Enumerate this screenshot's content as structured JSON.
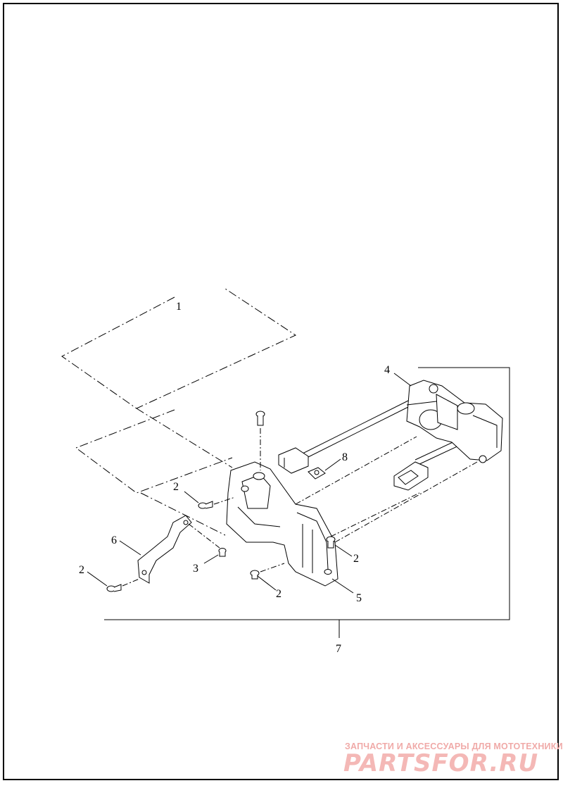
{
  "callouts": {
    "c1": "1",
    "c2a": "2",
    "c2b": "2",
    "c2c": "2",
    "c2d": "2",
    "c3": "3",
    "c4": "4",
    "c5": "5",
    "c6": "6",
    "c7": "7",
    "c8": "8"
  },
  "watermark": {
    "caption": "ЗАПЧАСТИ И АКСЕССУАРЫ ДЛЯ МОТОТЕХНИКИ",
    "logo": "PARTSFOR.RU"
  },
  "colors": {
    "line": "#000000",
    "watermark": "#f0aaa8"
  }
}
